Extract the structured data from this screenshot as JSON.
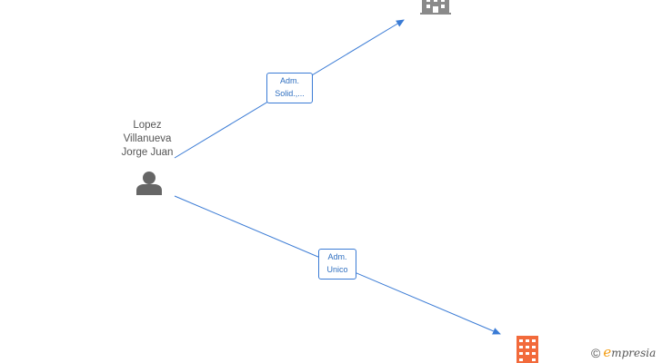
{
  "person": {
    "name_lines": [
      "Lopez",
      "Villanueva",
      "Jorge Juan"
    ],
    "icon": "person-icon"
  },
  "companies": [
    {
      "icon": "building-icon",
      "color": "#8a8a8a"
    },
    {
      "icon": "building-icon",
      "color": "#f26a3b"
    }
  ],
  "relations": [
    {
      "label_lines": [
        "Adm.",
        "Solid.,..."
      ],
      "to": 0
    },
    {
      "label_lines": [
        "Adm.",
        "Unico"
      ],
      "to": 1
    }
  ],
  "colors": {
    "edge": "#3a7bd5",
    "person": "#666666"
  },
  "watermark": {
    "copyright": "©",
    "brand_initial": "e",
    "brand_rest": "mpresia"
  }
}
